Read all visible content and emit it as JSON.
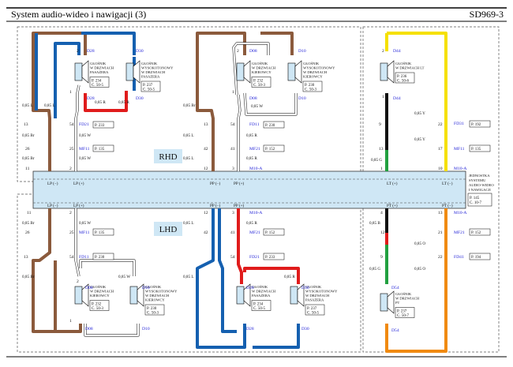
{
  "header": {
    "title": "System audio-wideo i nawigacji (3)",
    "code": "SD969-3"
  },
  "labels": {
    "rhd": "RHD",
    "lhd": "LHD"
  },
  "unit": {
    "name_lines": [
      "JEDNOSTKA",
      "SYSTEMU",
      "AUDIO-WIDEO",
      "I NAWIGACJI"
    ],
    "ref_p": "P. 145",
    "ref_c": "C. 10-7"
  },
  "colors": {
    "brown": "#8b5a3c",
    "white": "#ffffff",
    "red": "#e01c1c",
    "blue": "#1560b0",
    "yellow": "#f5e000",
    "black": "#111111",
    "green": "#22a040",
    "orange": "#f08a10"
  },
  "unit_pins": {
    "rhd": [
      "LP (−)",
      "LP (+)",
      "PP (−)",
      "PP (+)",
      "LT (+)",
      "LT (−)"
    ],
    "lhd": [
      "LP (−)",
      "LP (+)",
      "PP (−)",
      "PP (+)",
      "PT (+)",
      "PT (−)"
    ]
  },
  "speakers": {
    "rhd_front_pass": {
      "name": [
        "GŁOŚNIK",
        "W DRZWIACH",
        "PASAŻERA"
      ],
      "ref_p": "P. 234",
      "ref_c": "C. 50-5"
    },
    "rhd_tweeter_pass": {
      "name": [
        "GŁOŚNIK",
        "WYSOKOTONOWY",
        "W DRZWIACH",
        "PASAŻERA"
      ],
      "ref_p": "P. 237",
      "ref_c": "C. 50-5"
    },
    "rhd_front_drv": {
      "name": [
        "GŁOŚNIK",
        "W DRZWIACH",
        "KIEROWCY"
      ],
      "ref_p": "P. 232",
      "ref_c": "C. 50-3"
    },
    "rhd_tweeter_drv": {
      "name": [
        "GŁOŚNIK",
        "WYSOKOTONOWY",
        "W DRZWIACH",
        "KIEROWCY"
      ],
      "ref_p": "P. 230",
      "ref_c": "C. 50-3"
    },
    "rear_left": {
      "name": [
        "GŁOŚNIK",
        "W DRZWIACH LT"
      ],
      "ref_p": "P. 236",
      "ref_c": "C. 50-6"
    },
    "lhd_front_drv": {
      "name": [
        "GŁOŚNIK",
        "W DRZWIACH",
        "KIEROWCY"
      ],
      "ref_p": "P. 232",
      "ref_c": "C. 50-3"
    },
    "lhd_tweeter_drv": {
      "name": [
        "GŁOŚNIK",
        "WYSOKOTONOWY",
        "W DRZWIACH",
        "KIEROWCY"
      ],
      "ref_p": "P. 230",
      "ref_c": "C. 50-3"
    },
    "lhd_front_pass": {
      "name": [
        "GŁOŚNIK",
        "W DRZWIACH",
        "PASAŻERA"
      ],
      "ref_p": "P. 234",
      "ref_c": "C. 50-5"
    },
    "lhd_tweeter_pass": {
      "name": [
        "GŁOŚNIK",
        "WYSOKOTONOWY",
        "W DRZWIACH",
        "PASAŻERA"
      ],
      "ref_p": "P. 237",
      "ref_c": "C. 50-5"
    },
    "rear_right": {
      "name": [
        "GŁOŚNIK",
        "W DRZWIACH",
        "PT"
      ],
      "ref_p": "P. 237",
      "ref_c": "C. 50-7"
    }
  },
  "texts": [
    [
      "2",
      "1",
      "D28",
      "D30",
      "0,85 L",
      "0,85 L",
      "0,85 R",
      "0,85 R",
      "0,85 Br",
      "13",
      "54",
      "FD21",
      "P. 233",
      "0,85 W",
      "0,85 Br",
      "26",
      "25",
      "MF11",
      "P. 135",
      "0,85 W",
      "0,85 Br",
      "11",
      "2",
      "1"
    ],
    [
      "2",
      "1",
      "D08",
      "D10",
      "0,85 W",
      "0,85 Br",
      "13",
      "54",
      "FD11",
      "P. 230",
      "0,85 L",
      "0,85 R",
      "42",
      "41",
      "MF21",
      "P. 152",
      "0,85 L",
      "0,85 R",
      "12",
      "3",
      "M10-A"
    ],
    [
      "2",
      "1",
      "D44",
      "D44",
      "0,85 Y",
      "FD31",
      "P. 192",
      "0,85 Y",
      "MF11",
      "P. 135",
      "0,85 G",
      "M10-A",
      "9",
      "22",
      "17",
      "13",
      "1",
      "10"
    ],
    [
      "11",
      "2",
      "3",
      "12",
      "4",
      "13",
      "M10-A",
      "26",
      "25",
      "MF11",
      "P. 135",
      "42",
      "41",
      "MF21",
      "P. 152",
      "12",
      "21",
      "MF21",
      "P. 152",
      "13",
      "54",
      "FD11",
      "P. 230",
      "54",
      "FD21",
      "P. 233",
      "9",
      "22",
      "FD41",
      "P. 194",
      "0,85 W",
      "0,85 W",
      "0,85 R",
      "0,85 R",
      "0,85 L",
      "0,85 L",
      "0,85 Br",
      "0,85 Br",
      "0,85 G",
      "0,85 B",
      "0,85 O",
      "0,85 O",
      "2",
      "1",
      "D08",
      "D10",
      "D28",
      "D30",
      "D54",
      "D54"
    ]
  ]
}
